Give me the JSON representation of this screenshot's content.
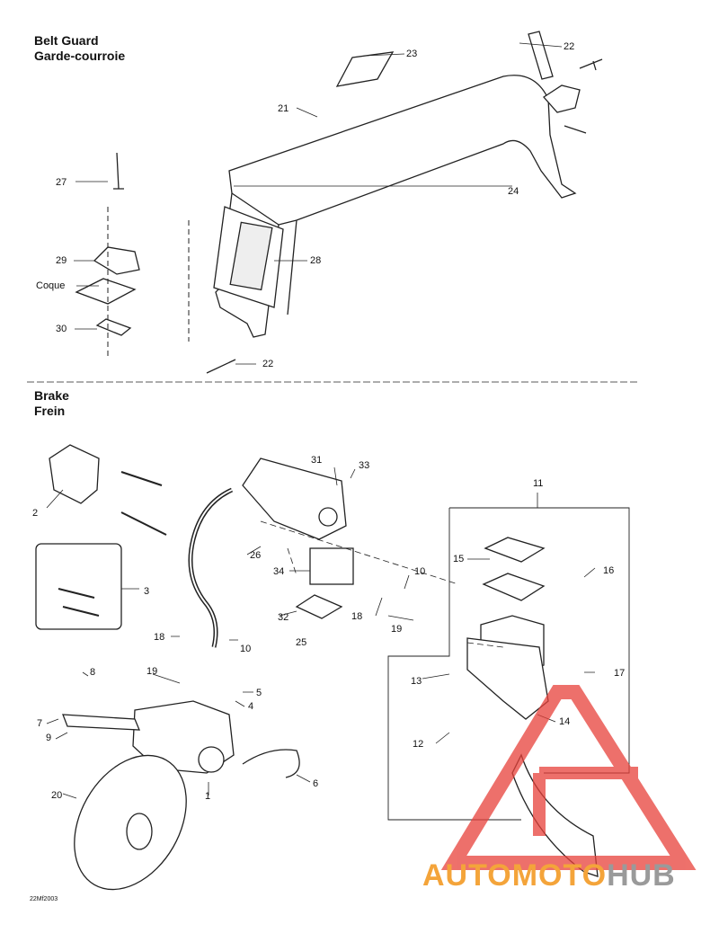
{
  "sections": {
    "belt_guard": {
      "title_en": "Belt Guard",
      "title_fr": "Garde-courroie"
    },
    "brake": {
      "title_en": "Brake",
      "title_fr": "Frein"
    }
  },
  "callouts": {
    "c23": "23",
    "c22a": "22",
    "c21": "21",
    "c27": "27",
    "c24": "24",
    "c28": "28",
    "c29": "29",
    "coque": "Coque",
    "c30": "30",
    "c22b": "22",
    "c31": "31",
    "c33": "33",
    "c11": "11",
    "c2": "2",
    "c26": "26",
    "c15": "15",
    "c16": "16",
    "c10a": "10",
    "c34": "34",
    "c3": "3",
    "c18a": "18",
    "c32": "32",
    "c19a": "19",
    "c25": "25",
    "c18b": "18",
    "c10b": "10",
    "c13": "13",
    "c17": "17",
    "c8": "8",
    "c19b": "19",
    "c5": "5",
    "c4": "4",
    "c7": "7",
    "c14": "14",
    "c9": "9",
    "c12": "12",
    "c6": "6",
    "c1": "1",
    "c20": "20"
  },
  "figure_code": "22Mf2003",
  "watermark": {
    "part1": "AUTOMOTO",
    "part2": "HUB",
    "color1": "#f4a43a",
    "color2": "#9a9a9a",
    "logo_color": "#e8413a"
  }
}
